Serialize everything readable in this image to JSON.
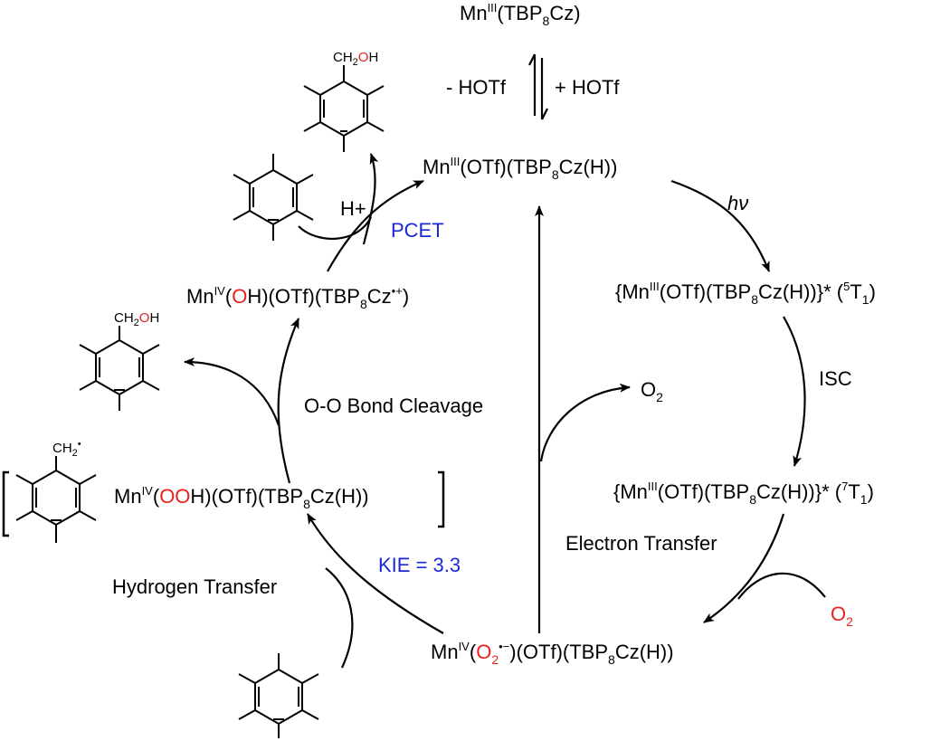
{
  "colors": {
    "oxygen": "#e8231f",
    "annotation": "#1b28d4",
    "ink": "#000000"
  },
  "species": {
    "mn_tbp8cz": {
      "prefix": "Mn",
      "ox": "III",
      "body": "(TBP",
      "sub": "8",
      "tail": "Cz)"
    },
    "mn_otf": {
      "prefix": "Mn",
      "ox": "III",
      "body": "(OTf)(TBP",
      "sub": "8",
      "tail": "Cz(H))"
    },
    "quintet": {
      "open": "{Mn",
      "ox": "III",
      "body": "(OTf)(TBP",
      "sub": "8",
      "tail": "Cz(H))}* (",
      "sup": "5",
      "state": "T",
      "sub2": "1",
      "close": ")"
    },
    "septet": {
      "open": "{Mn",
      "ox": "III",
      "body": "(OTf)(TBP",
      "sub": "8",
      "tail": "Cz(H))}* (",
      "sup": "7",
      "state": "T",
      "sub2": "1",
      "close": ")"
    },
    "superoxo": {
      "prefix": "Mn",
      "ox": "IV",
      "open": "(",
      "o2": "O",
      "o2sub": "2",
      "rad": "•−",
      "body": ")(OTf)(TBP",
      "sub": "8",
      "tail": "Cz(H))"
    },
    "hydroperoxo": {
      "prefix": "Mn",
      "ox": "IV",
      "open": "(",
      "oo": "OO",
      "body": "H)(OTf)(TBP",
      "sub": "8",
      "tail": "Cz(H))"
    },
    "hydroxo": {
      "prefix": "Mn",
      "ox": "IV",
      "open": "(",
      "o": "O",
      "body": "H)(OTf)(TBP",
      "sub": "8",
      "tail": "Cz",
      "rad": "•+",
      "close": ")"
    }
  },
  "labels": {
    "minus_hotf": "- HOTf",
    "plus_hotf": "+ HOTf",
    "hv": "hν",
    "isc": "ISC",
    "electron_transfer": "Electron Transfer",
    "o2_in": {
      "o": "O",
      "sub": "2"
    },
    "o2_out": {
      "o": "O",
      "sub": "2"
    },
    "kie": "KIE = 3.3",
    "hydrogen_transfer": "Hydrogen Transfer",
    "oo_cleavage": "O-O Bond Cleavage",
    "pcet": "PCET",
    "h_plus": "H+",
    "ch2oh_top": {
      "c": "CH",
      "sub": "2",
      "o": "O",
      "h": "H"
    },
    "ch2oh_mid": {
      "c": "CH",
      "sub": "2",
      "o": "O",
      "h": "H"
    },
    "ch2_radical": {
      "c": "CH",
      "sub": "2",
      "dot": "•"
    }
  }
}
